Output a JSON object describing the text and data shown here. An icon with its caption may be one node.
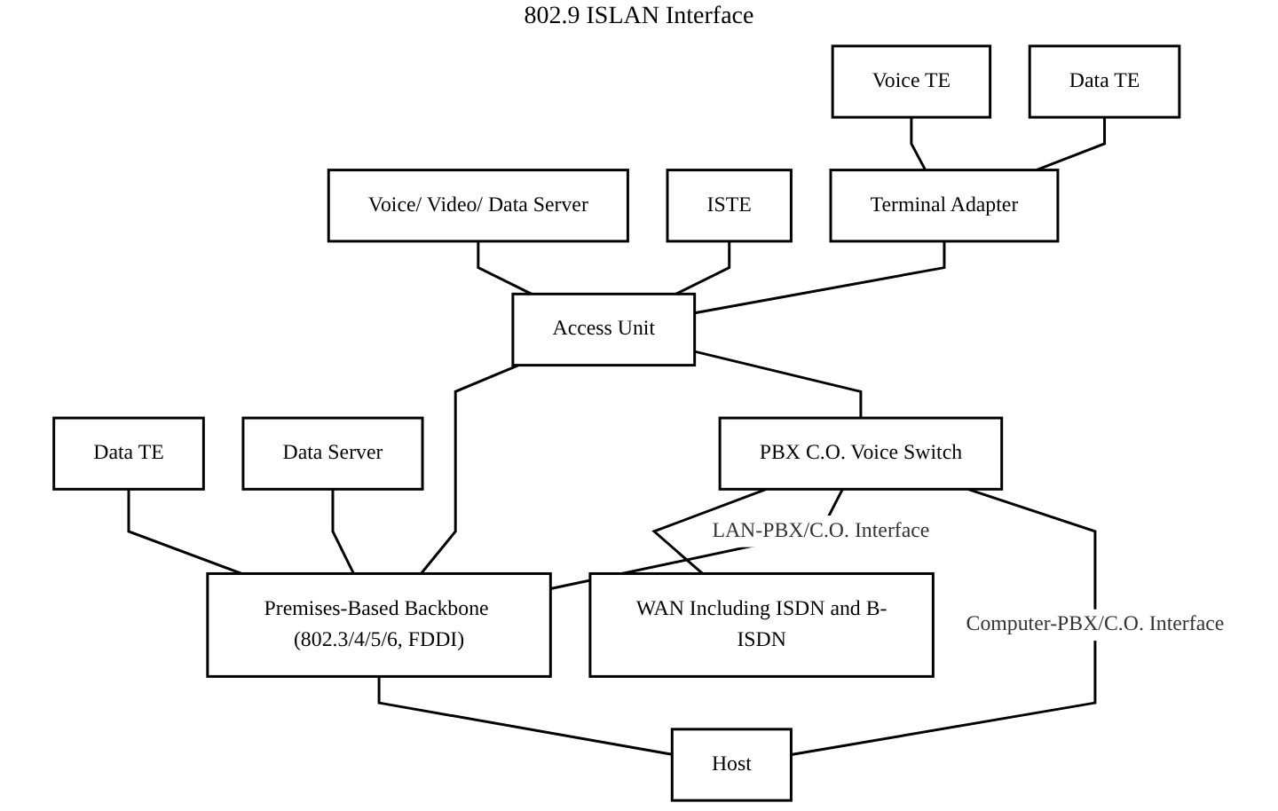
{
  "diagram": {
    "nodes": [
      {
        "text": [
          "Voice/ Video/ Data Server"
        ]
      },
      {
        "text": [
          "Voice TE"
        ]
      },
      {
        "text": [
          "Data TE"
        ]
      },
      {
        "text": [
          "ISTE"
        ]
      },
      {
        "text": [
          "Data TE"
        ]
      },
      {
        "text": [
          "Data Server"
        ]
      },
      {
        "text": [
          "Terminal Adapter"
        ]
      },
      {
        "text": [
          "Access Unit"
        ]
      },
      {
        "text": [
          "Premises-Based Backbone (802.3/4/5/6, FDDI)"
        ]
      },
      {
        "text": [
          "WAN Including ISDN and B-ISDN"
        ]
      },
      {
        "text": [
          "PBX C.O. Voice Switch"
        ]
      },
      {
        "text": [
          "Host"
        ]
      }
    ],
    "edges": [
      {
        "from": 0,
        "to": 7,
        "arrow": "none"
      },
      {
        "from": 1,
        "to": 6,
        "arrow": "none"
      },
      {
        "from": 2,
        "to": 6,
        "arrow": "none"
      },
      {
        "from": 6,
        "to": 7,
        "arrow": "none"
      },
      {
        "from": 3,
        "to": 7,
        "arrow": "none"
      },
      {
        "from": 4,
        "to": 8,
        "arrow": "none"
      },
      {
        "from": 5,
        "to": 8,
        "arrow": "none"
      },
      {
        "from": 7,
        "to": 8,
        "arrow": "none"
      },
      {
        "from": 7,
        "to": 10,
        "arrow": "none"
      },
      {
        "from": 10,
        "to": 9,
        "arrow": "none"
      },
      {
        "from": 10,
        "to": 8,
        "arrow": "none",
        "label": "LAN-PBX/C.O. Interface"
      },
      {
        "from": 10,
        "to": 11,
        "arrow": "none",
        "label": "Computer-PBX/C.O. Interface"
      },
      {
        "from": 8,
        "to": 11,
        "arrow": "none"
      }
    ],
    "labels": [
      "802.9 ISLAN Interface"
    ]
  }
}
